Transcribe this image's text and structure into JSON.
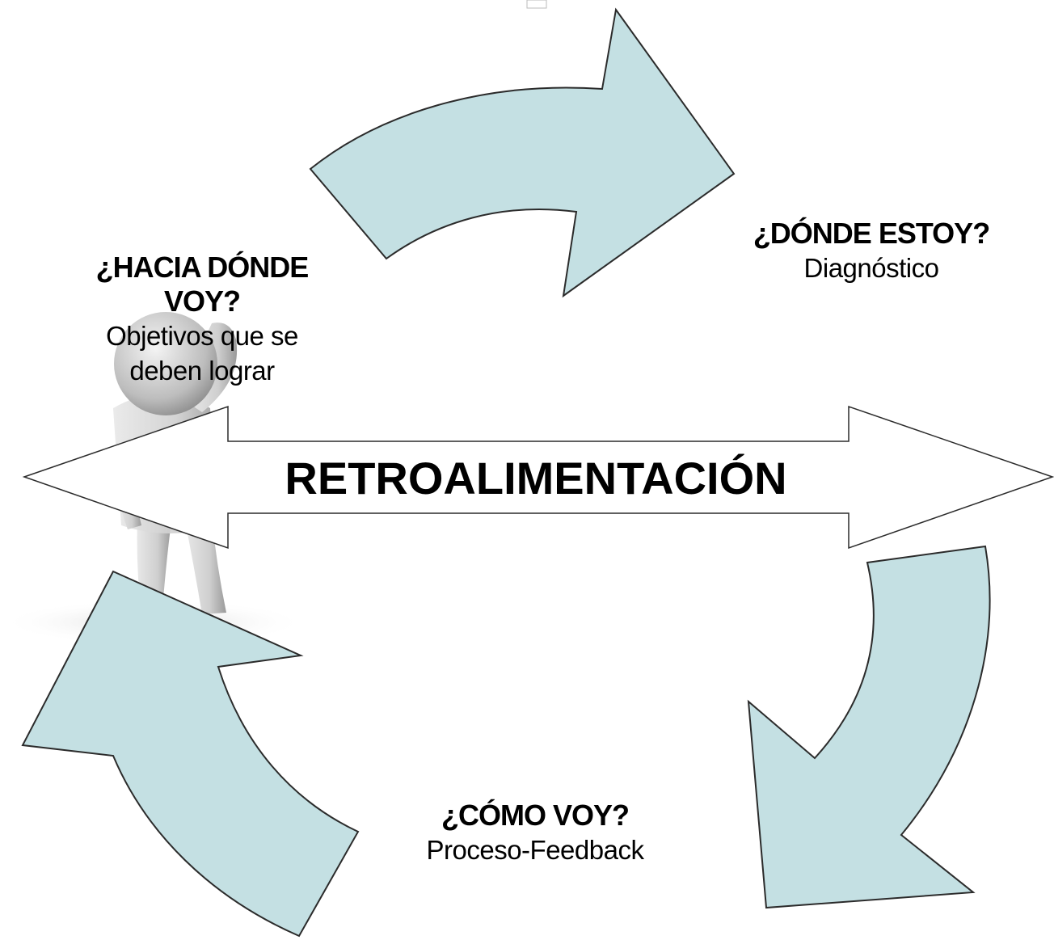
{
  "colors": {
    "arrow_fill": "#c4e0e3",
    "arrow_stroke": "#2b2b2b",
    "double_arrow_fill": "#ffffff",
    "text": "#000000"
  },
  "figure": {
    "description_icon": "thinking-person-figure"
  },
  "center": {
    "title": "RETROALIMENTACIÓN"
  },
  "nodes": {
    "hacia": {
      "question_line1": "¿HACIA DÓNDE",
      "question_line2": "VOY?",
      "desc_line1": "Objetivos que se",
      "desc_line2": "deben lograr"
    },
    "donde": {
      "question": "¿DÓNDE ESTOY?",
      "desc": "Diagnóstico"
    },
    "como": {
      "question": "¿CÓMO VOY?",
      "desc": "Proceso-Feedback"
    }
  }
}
